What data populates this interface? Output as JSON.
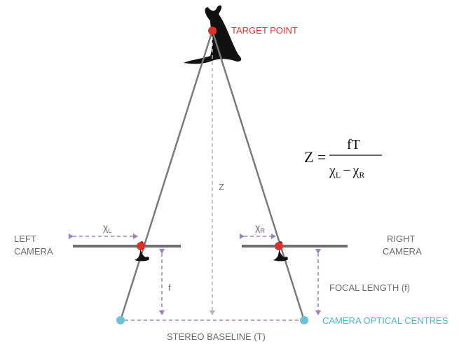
{
  "labels": {
    "target_point": "TARGET POINT",
    "left_camera_line1": "LEFT",
    "left_camera_line2": "CAMERA",
    "right_camera_line1": "RIGHT",
    "right_camera_line2": "CAMERA",
    "z": "Z",
    "f": "f",
    "focal_length": "FOCAL LENGTH (f)",
    "stereo_baseline": "STEREO BASELINE (T)",
    "camera_optical_centres": "CAMERA OPTICAL CENTRES",
    "xl_base": "χ",
    "xl_sub": "L",
    "xr_base": "χ",
    "xr_sub": "R"
  },
  "formula": {
    "lhs": "Z =",
    "numerator": "fT",
    "den_left": "χ",
    "den_left_sub": "L",
    "den_minus": "−",
    "den_right": "χ",
    "den_right_sub": "R"
  },
  "colors": {
    "ray": "#7a7a7a",
    "dashed": "#9b7fc4",
    "dashed_gray": "#b5b5b5",
    "target_dot": "#e0302a",
    "optical_dot": "#6cc3d8",
    "silhouette": "#111111",
    "image_plane": "#6e6e6e"
  },
  "icons": [
    "whale-tail-target-icon",
    "whale-tail-left-icon",
    "whale-tail-right-icon"
  ]
}
